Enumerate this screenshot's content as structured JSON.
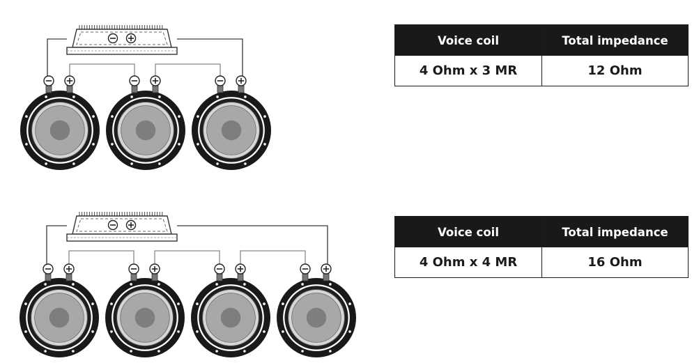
{
  "diagrams": [
    {
      "id": "top",
      "speaker_count": 3,
      "table": {
        "headers": [
          "Voice coil",
          "Total impedance"
        ],
        "row": [
          "4 Ohm x 3 MR",
          "12 Ohm"
        ]
      }
    },
    {
      "id": "bottom",
      "speaker_count": 4,
      "table": {
        "headers": [
          "Voice coil",
          "Total impedance"
        ],
        "row": [
          "4 Ohm x 4 MR",
          "16 Ohm"
        ]
      }
    }
  ],
  "symbols": {
    "minus": "−",
    "plus": "+"
  },
  "colors": {
    "header_bg": "#1b1818",
    "speaker_rim": "#1b1818",
    "cone": "#a8a8a8",
    "dust_cap": "#7e7e7e",
    "wire": "#3a3a3a"
  }
}
